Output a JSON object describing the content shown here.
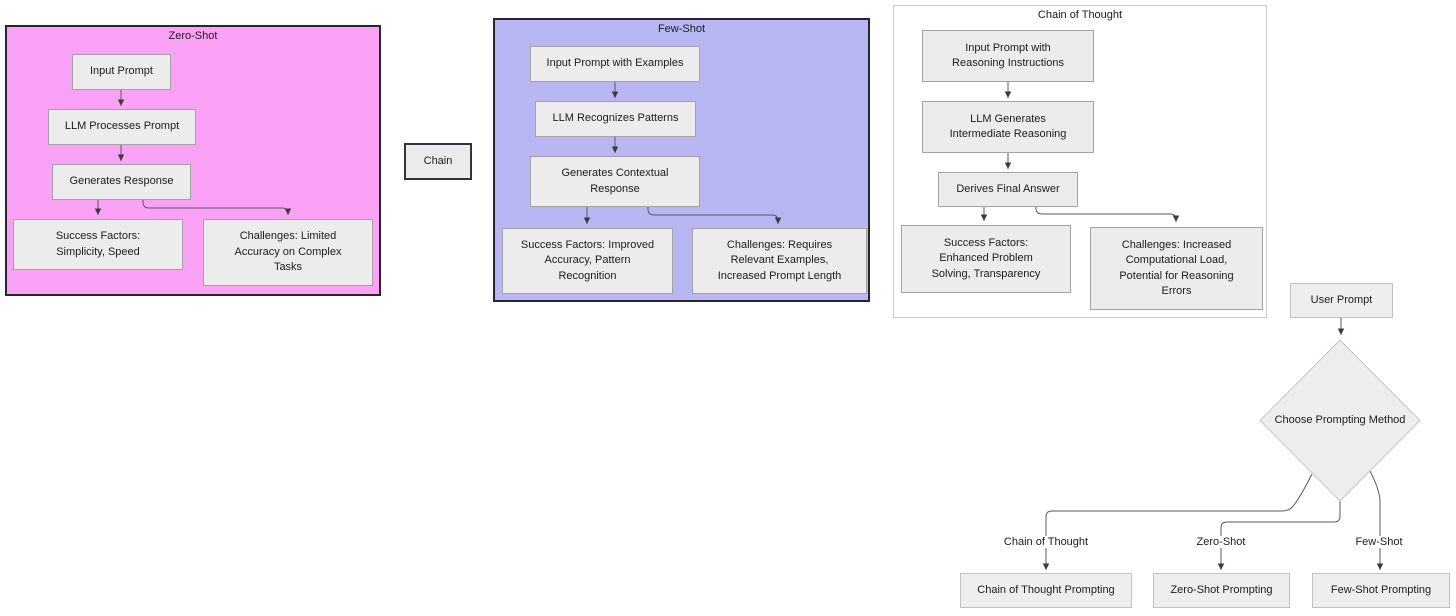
{
  "diagram": {
    "clusters": {
      "zero_shot": {
        "title": "Zero-Shot",
        "nodes": {
          "input": "Input Prompt",
          "process": "LLM Processes Prompt",
          "generate": "Generates Response",
          "success": "Success Factors:\nSimplicity, Speed",
          "challenges": "Challenges: Limited\nAccuracy on Complex\nTasks"
        }
      },
      "few_shot": {
        "title": "Few-Shot",
        "nodes": {
          "input": "Input Prompt with Examples",
          "process": "LLM Recognizes Patterns",
          "generate": "Generates Contextual\nResponse",
          "success": "Success Factors: Improved\nAccuracy, Pattern\nRecognition",
          "challenges": "Challenges: Requires\nRelevant Examples,\nIncreased Prompt Length"
        }
      },
      "chain_of_thought": {
        "title": "Chain of Thought",
        "nodes": {
          "input": "Input Prompt with\nReasoning Instructions",
          "process": "LLM Generates\nIntermediate Reasoning",
          "generate": "Derives Final Answer",
          "success": "Success Factors:\nEnhanced Problem\nSolving, Transparency",
          "challenges": "Challenges: Increased\nComputational Load,\nPotential for Reasoning\nErrors"
        }
      }
    },
    "chain_node": "Chain",
    "decision_flow": {
      "user_prompt": "User Prompt",
      "decision": "Choose Prompting Method",
      "branches": [
        {
          "label": "Chain of Thought",
          "target": "Chain of Thought Prompting"
        },
        {
          "label": "Zero-Shot",
          "target": "Zero-Shot Prompting"
        },
        {
          "label": "Few-Shot",
          "target": "Few-Shot Prompting"
        }
      ]
    },
    "colors": {
      "zero_shot_bg": "#fba2f6",
      "few_shot_bg": "#b8b7f3",
      "cot_bg": "#ffffff",
      "node_fill": "#ececec",
      "node_border": "#a3a3a3",
      "cluster_border_dark": "#26262e",
      "cluster_border_light": "#cbcbcb",
      "diamond_fill": "#ededed",
      "edge": "#5a5a5a",
      "text": "#1c1c1c",
      "canvas_bg": "#ffffff"
    }
  }
}
